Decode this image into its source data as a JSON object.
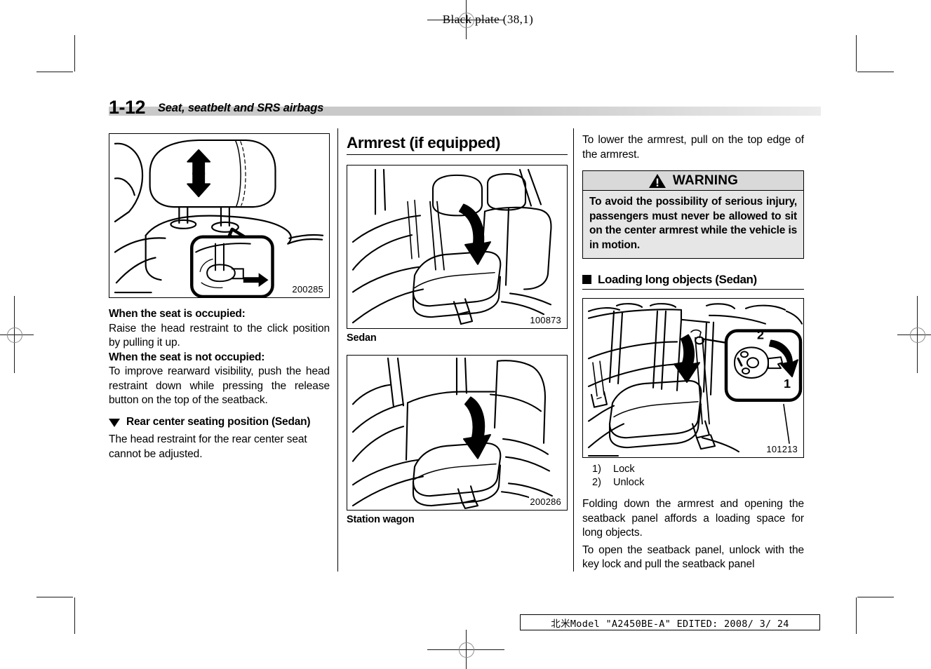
{
  "header": {
    "black_plate": "Black plate (38,1)"
  },
  "page_title": {
    "number": "1-12",
    "chapter": "Seat, seatbelt and SRS airbags"
  },
  "left_column": {
    "figure": {
      "number": "200285",
      "alt": "Rear head restraint with up and down adjustment arrows and detail inset of release button"
    },
    "heading_occupied": "When the seat is occupied:",
    "para_occupied": "Raise the head restraint to the click position by pulling it up.",
    "heading_not_occupied": "When the seat is not occupied:",
    "para_not_occupied": "To improve rearward visibility, push the head restraint down while pressing the release button on the top of the seatback.",
    "subhead_rear_center": "Rear center seating position (Sedan)",
    "para_rear_center": "The head restraint for the rear center seat cannot be adjusted."
  },
  "center_column": {
    "section_title": "Armrest (if equipped)",
    "figure_sedan": {
      "number": "100873",
      "caption": "Sedan",
      "alt": "Sedan rear seat with center armrest being folded down"
    },
    "figure_wagon": {
      "number": "200286",
      "caption": "Station wagon",
      "alt": "Station wagon rear seat with center armrest being folded down"
    }
  },
  "right_column": {
    "para_lower_armrest": "To lower the armrest, pull on the top edge of the armrest.",
    "warning": {
      "title": "WARNING",
      "icon": "warning-triangle-icon",
      "text": "To avoid the possibility of serious injury, passengers must never be allowed to sit on the center armrest while the vehicle is in motion."
    },
    "subhead_loading": "Loading long objects (Sedan)",
    "figure": {
      "number": "101213",
      "alt": "Rear seat armrest folded down with key lock inset showing lock and unlock rotation",
      "inset_label_1": "1",
      "inset_label_2": "2"
    },
    "legend": [
      {
        "num": "1)",
        "label": "Lock"
      },
      {
        "num": "2)",
        "label": "Unlock"
      }
    ],
    "para_folding": "Folding down the armrest and opening the seatback panel affords a loading space for long objects.",
    "para_to_open": "To open the seatback panel, unlock with the key lock and pull the seatback panel"
  },
  "footer": {
    "text": "北米Model \"A2450BE-A\" EDITED: 2008/ 3/ 24"
  }
}
